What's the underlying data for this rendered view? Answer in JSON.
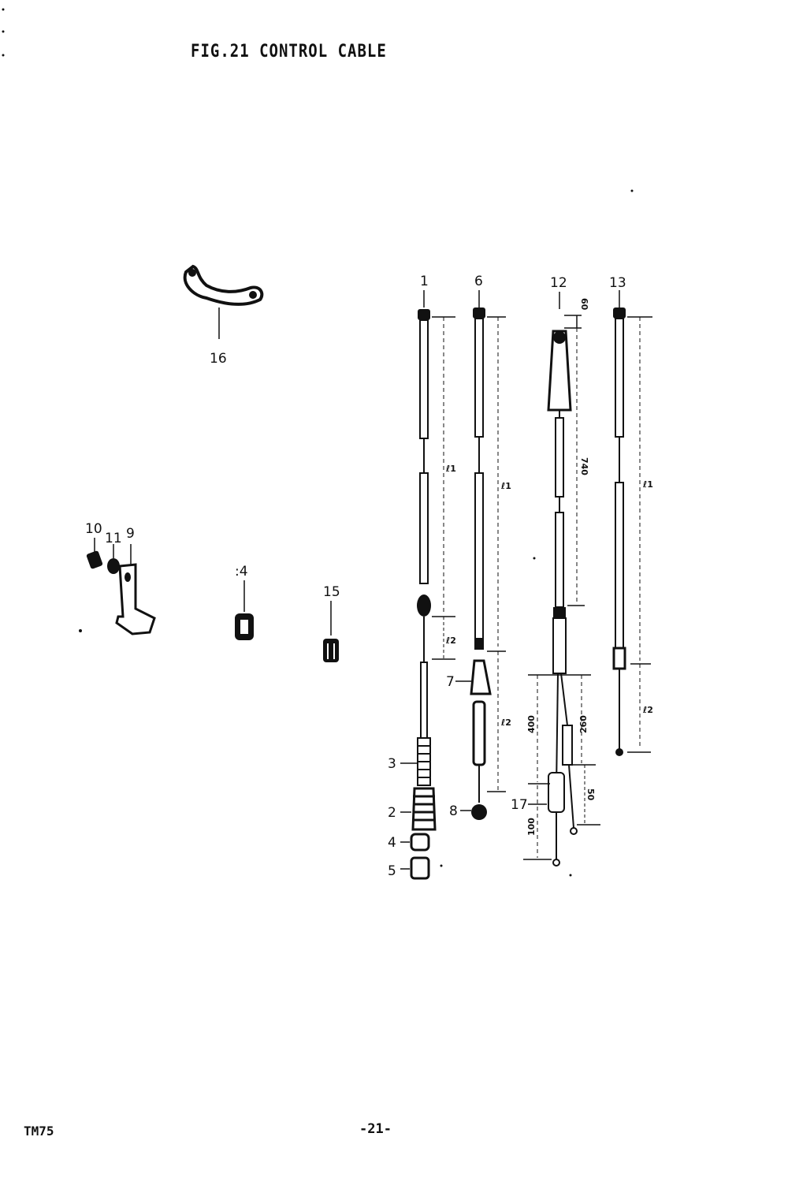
{
  "title": "FIG.21  CONTROL CABLE",
  "footer": {
    "model": "TM75",
    "page": "-21-"
  },
  "part_labels": {
    "p1": "1",
    "p2": "2",
    "p3": "3",
    "p4": "4",
    "p5": "5",
    "p6": "6",
    "p7": "7",
    "p8": "8",
    "p9": "9",
    "p10": "10",
    "p11": "11",
    "p12": "12",
    "p13": "13",
    "p14": ":4",
    "p15": "15",
    "p16": "16",
    "p17": "17"
  },
  "dimensions": {
    "l1_a": "ℓ1",
    "l2_a": "ℓ2",
    "l1_b": "ℓ1",
    "l2_b": "ℓ2",
    "d60": "60",
    "d740": "740",
    "d400": "400",
    "d260": "260",
    "d50": "50",
    "d100": "100",
    "l1_c": "ℓ1",
    "l2_c": "ℓ2"
  }
}
